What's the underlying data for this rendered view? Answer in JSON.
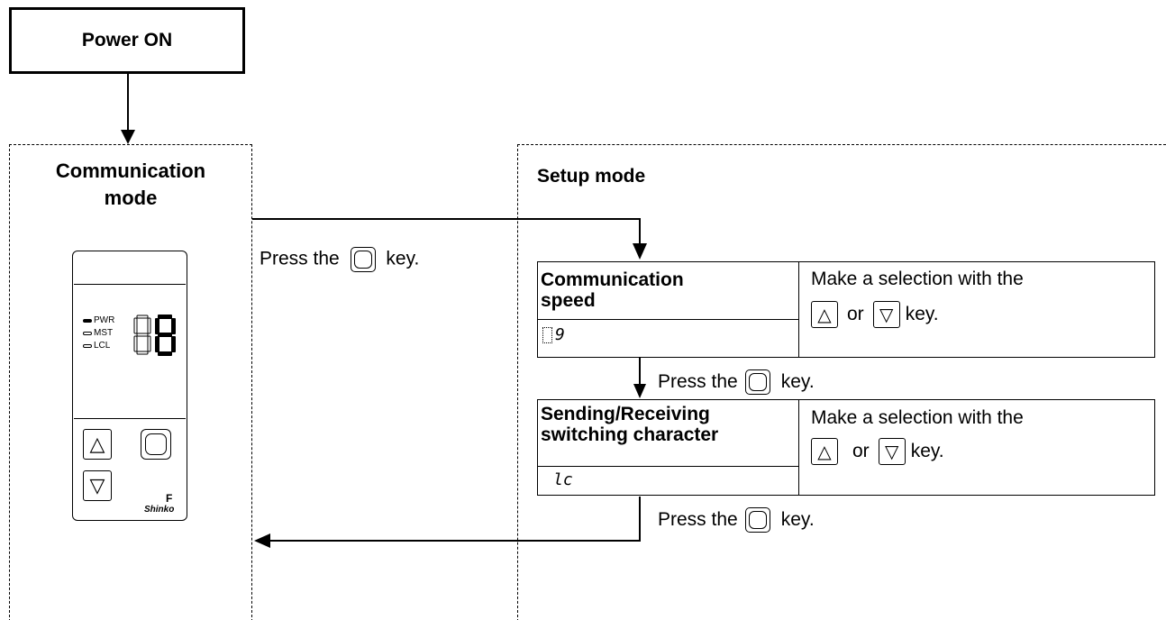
{
  "power": {
    "label": "Power ON"
  },
  "communication_mode": {
    "title_line1": "Communication",
    "title_line2": "mode",
    "device": {
      "leds": [
        {
          "label": "PWR",
          "state": "on"
        },
        {
          "label": "MST",
          "state": "off"
        },
        {
          "label": "LCL",
          "state": "off"
        }
      ],
      "display_value": "8",
      "up_key_icon": "up-triangle-icon",
      "down_key_icon": "down-triangle-icon",
      "mode_key_icon": "mode-key-icon",
      "model_mark": "F",
      "brand": "Shinko"
    }
  },
  "transition": {
    "to_setup_text": "Press the",
    "to_setup_suffix": "key."
  },
  "setup_mode": {
    "title": "Setup mode",
    "steps": [
      {
        "name_line1": "Communication",
        "name_line2": "speed",
        "display": "9",
        "instruction_line1": "Make a selection with the",
        "instruction_or": "or",
        "instruction_suffix": "key."
      },
      {
        "name_line1": "Sending/Receiving",
        "name_line2": "switching character",
        "display": "lc",
        "instruction_line1": "Make a selection with the",
        "instruction_or": "or",
        "instruction_suffix": "key."
      }
    ],
    "press_prefix": "Press the",
    "press_suffix": "key."
  }
}
